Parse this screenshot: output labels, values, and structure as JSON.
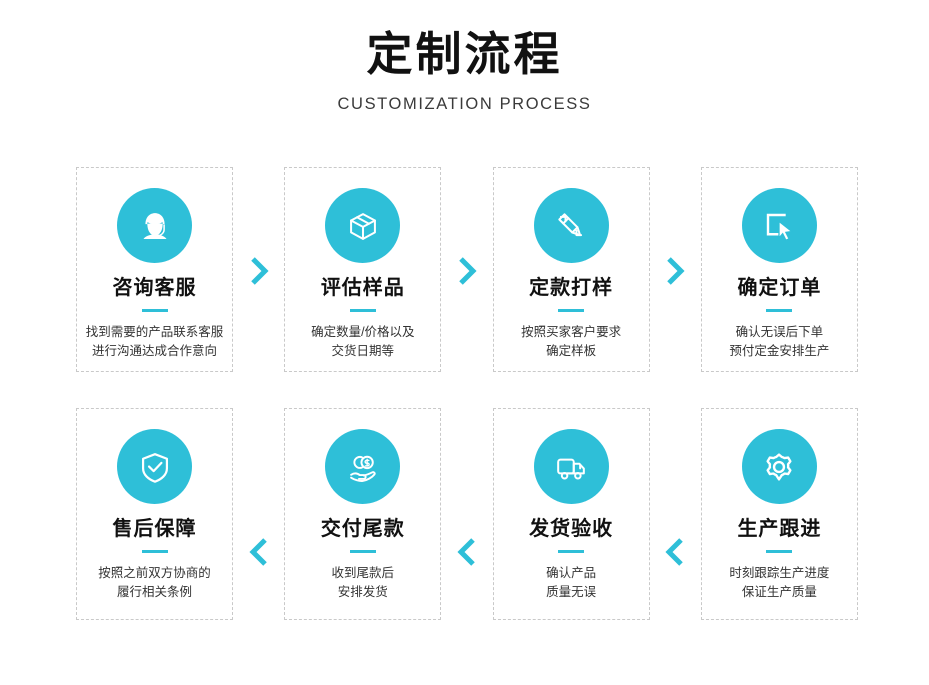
{
  "header": {
    "title": "定制流程",
    "subtitle": "CUSTOMIZATION PROCESS"
  },
  "theme": {
    "accent": "#2ebfd8",
    "title_color": "#111111",
    "desc_color": "#333333",
    "card_border": "#c9c9c9",
    "background": "#ffffff"
  },
  "flow": {
    "top_row_direction": "left-to-right",
    "bottom_row_direction": "right-to-left",
    "arrow_icon_right": "chevron-right-icon",
    "arrow_icon_left": "chevron-left-icon",
    "steps": [
      {
        "index": 1,
        "icon": "headset-operator-icon",
        "title": "咨询客服",
        "desc": "找到需要的产品联系客服\n进行沟通达成合作意向"
      },
      {
        "index": 2,
        "icon": "package-box-icon",
        "title": "评估样品",
        "desc": "确定数量/价格以及\n交货日期等"
      },
      {
        "index": 3,
        "icon": "pencil-design-icon",
        "title": "定款打样",
        "desc": "按照买家客户要求\n确定样板"
      },
      {
        "index": 4,
        "icon": "click-cursor-icon",
        "title": "确定订单",
        "desc": "确认无误后下单\n预付定金安排生产"
      },
      {
        "index": 5,
        "icon": "gear-icon",
        "title": "生产跟进",
        "desc": "时刻跟踪生产进度\n保证生产质量"
      },
      {
        "index": 6,
        "icon": "delivery-truck-icon",
        "title": "发货验收",
        "desc": "确认产品\n质量无误"
      },
      {
        "index": 7,
        "icon": "hand-coins-icon",
        "title": "交付尾款",
        "desc": "收到尾款后\n安排发货"
      },
      {
        "index": 8,
        "icon": "shield-check-icon",
        "title": "售后保障",
        "desc": "按照之前双方协商的\n履行相关条例"
      }
    ]
  }
}
